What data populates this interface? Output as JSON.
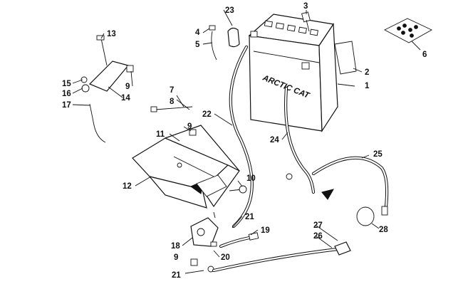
{
  "callouts": [
    "1",
    "2",
    "3",
    "4",
    "5",
    "6",
    "7",
    "8",
    "9",
    "10",
    "11",
    "12",
    "13",
    "14",
    "15",
    "16",
    "17",
    "18",
    "19",
    "20",
    "21",
    "22",
    "23",
    "24",
    "25",
    "26",
    "27",
    "28"
  ],
  "battery_logo": "ARCTIC CAT",
  "colors": {
    "line": "#111111",
    "paper": "#ffffff"
  }
}
